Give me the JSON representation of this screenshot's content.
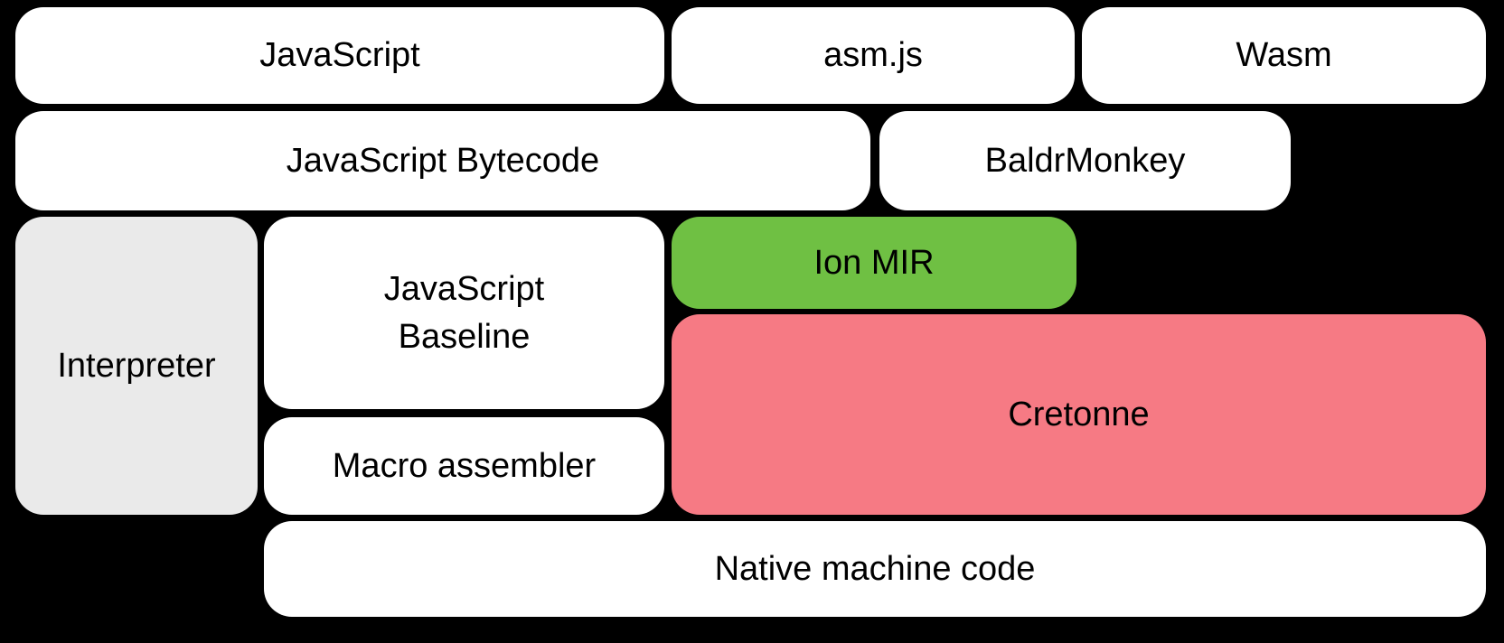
{
  "diagram": {
    "colors": {
      "background": "#000000",
      "box_white": "#FFFFFF",
      "box_gray": "#EAEAEA",
      "box_green": "#6FC043",
      "box_pink": "#F67A84",
      "text": "#000000"
    },
    "boxes": {
      "javascript": {
        "label": "JavaScript"
      },
      "asmjs": {
        "label": "asm.js"
      },
      "wasm": {
        "label": "Wasm"
      },
      "bytecode": {
        "label": "JavaScript Bytecode"
      },
      "baldrmonkey": {
        "label": "BaldrMonkey"
      },
      "interpreter": {
        "label": "Interpreter"
      },
      "baseline": {
        "label": "JavaScript\nBaseline"
      },
      "ion_mir": {
        "label": "Ion MIR"
      },
      "cretonne": {
        "label": "Cretonne"
      },
      "macro_assembler": {
        "label": "Macro assembler"
      },
      "native_machine_code": {
        "label": "Native machine code"
      }
    }
  }
}
